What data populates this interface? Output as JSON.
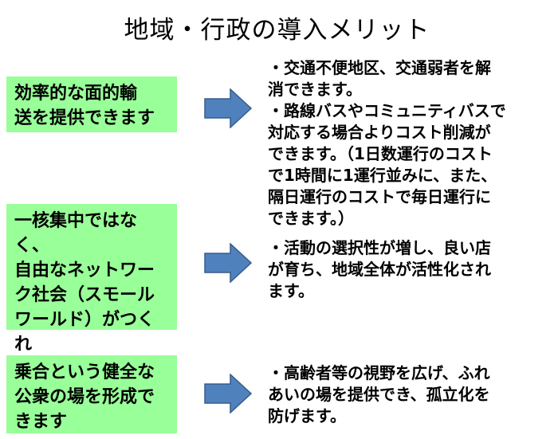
{
  "title": "地域・行政の導入メリット",
  "colors": {
    "box_fill": "#99ff99",
    "arrow_fill": "#4f81bd",
    "arrow_stroke": "#385d8a"
  },
  "rows": [
    {
      "label": "効率的な面的輸\n送を提供できます",
      "description": "・交通不便地区、交通弱者を解\n消できます。\n・路線バスやコミュニティバスで\n対応する場合よりコスト削減が\nできます。（1日数運行のコスト\nで1時間に1運行並みに、また、\n隔日運行のコストで毎日運行に\nできます。）"
    },
    {
      "label": "一核集中ではなく、\n自由なネットワー\nク社会（スモール\nワールド）がつくれ\nます",
      "description": "・活動の選択性が増し、良い店\nが育ち、地域全体が活性化され\nます。"
    },
    {
      "label": "乗合という健全な\n公衆の場を形成で\nきます",
      "description": "・高齢者等の視野を広げ、ふれ\nあいの場を提供でき、孤立化を\n防げます。"
    }
  ]
}
